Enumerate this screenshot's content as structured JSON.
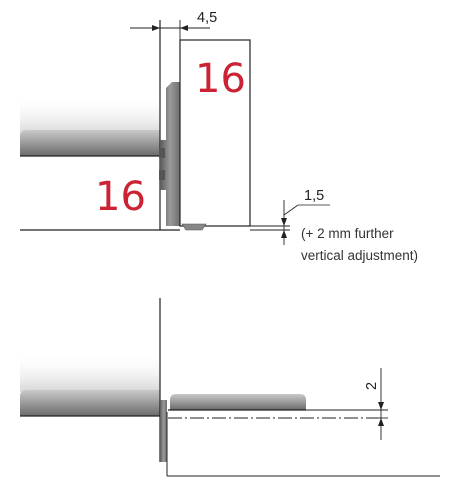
{
  "top_diagram": {
    "thickness_top": "16",
    "thickness_side": "16",
    "dim_gap": "4,5",
    "dim_vertical": "1,5",
    "note_line1": "(+ 2 mm further",
    "note_line2": "vertical adjustment)"
  },
  "bottom_diagram": {
    "dim_height": "2"
  },
  "colors": {
    "accent": "#cc2233",
    "line": "#222222",
    "panel_dark": "#6f6f6f",
    "panel_light": "#b9b9b9"
  }
}
